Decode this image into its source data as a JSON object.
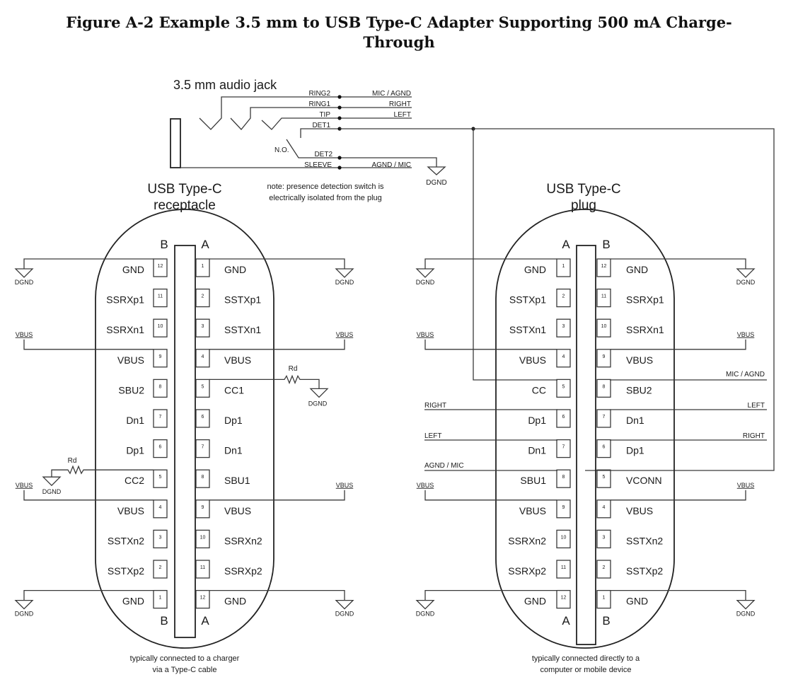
{
  "figure": {
    "title_line1": "Figure A-2  Example 3.5 mm to USB Type-C Adapter Supporting 500 mA Charge-",
    "title_line2": "Through"
  },
  "audio_jack": {
    "title": "3.5 mm audio jack",
    "contacts": [
      {
        "name": "RING2",
        "signal": "MIC / AGND"
      },
      {
        "name": "RING1",
        "signal": "RIGHT"
      },
      {
        "name": "TIP",
        "signal": "LEFT"
      },
      {
        "name": "DET1",
        "signal": ""
      },
      {
        "name": "DET2",
        "signal": ""
      },
      {
        "name": "SLEEVE",
        "signal": "AGND / MIC"
      }
    ],
    "switch_label": "N.O.",
    "ground_label": "DGND",
    "note_line1": "note:  presence detection switch is",
    "note_line2": "electrically isolated from the plug"
  },
  "receptacle": {
    "title_line1": "USB Type-C",
    "title_line2": "receptacle",
    "left_row_label": "B",
    "right_row_label": "A",
    "caption_line1": "typically connected to a charger",
    "caption_line2": "via a Type-C cable",
    "pins": [
      {
        "lname": "GND",
        "lnum": "12",
        "rnum": "1",
        "rname": "GND"
      },
      {
        "lname": "SSRXp1",
        "lnum": "11",
        "rnum": "2",
        "rname": "SSTXp1"
      },
      {
        "lname": "SSRXn1",
        "lnum": "10",
        "rnum": "3",
        "rname": "SSTXn1"
      },
      {
        "lname": "VBUS",
        "lnum": "9",
        "rnum": "4",
        "rname": "VBUS"
      },
      {
        "lname": "SBU2",
        "lnum": "8",
        "rnum": "5",
        "rname": "CC1"
      },
      {
        "lname": "Dn1",
        "lnum": "7",
        "rnum": "6",
        "rname": "Dp1"
      },
      {
        "lname": "Dp1",
        "lnum": "6",
        "rnum": "7",
        "rname": "Dn1"
      },
      {
        "lname": "CC2",
        "lnum": "5",
        "rnum": "8",
        "rname": "SBU1"
      },
      {
        "lname": "VBUS",
        "lnum": "4",
        "rnum": "9",
        "rname": "VBUS"
      },
      {
        "lname": "SSTXn2",
        "lnum": "3",
        "rnum": "10",
        "rname": "SSRXn2"
      },
      {
        "lname": "SSTXp2",
        "lnum": "2",
        "rnum": "11",
        "rname": "SSRXp2"
      },
      {
        "lname": "GND",
        "lnum": "1",
        "rnum": "12",
        "rname": "GND"
      }
    ],
    "resistor_label": "Rd",
    "vbus_label": "VBUS",
    "dgnd_label": "DGND"
  },
  "plug": {
    "title_line1": "USB Type-C",
    "title_line2": "plug",
    "left_row_label": "A",
    "right_row_label": "B",
    "caption_line1": "typically connected directly to a",
    "caption_line2": "computer or mobile device",
    "pins": [
      {
        "lname": "GND",
        "lnum": "1",
        "rnum": "12",
        "rname": "GND"
      },
      {
        "lname": "SSTXp1",
        "lnum": "2",
        "rnum": "11",
        "rname": "SSRXp1"
      },
      {
        "lname": "SSTXn1",
        "lnum": "3",
        "rnum": "10",
        "rname": "SSRXn1"
      },
      {
        "lname": "VBUS",
        "lnum": "4",
        "rnum": "9",
        "rname": "VBUS"
      },
      {
        "lname": "CC",
        "lnum": "5",
        "rnum": "8",
        "rname": "SBU2"
      },
      {
        "lname": "Dp1",
        "lnum": "6",
        "rnum": "7",
        "rname": "Dn1"
      },
      {
        "lname": "Dn1",
        "lnum": "7",
        "rnum": "6",
        "rname": "Dp1"
      },
      {
        "lname": "SBU1",
        "lnum": "8",
        "rnum": "5",
        "rname": "VCONN"
      },
      {
        "lname": "VBUS",
        "lnum": "9",
        "rnum": "4",
        "rname": "VBUS"
      },
      {
        "lname": "SSRXn2",
        "lnum": "10",
        "rnum": "3",
        "rname": "SSTXn2"
      },
      {
        "lname": "SSRXp2",
        "lnum": "11",
        "rnum": "2",
        "rname": "SSTXp2"
      },
      {
        "lname": "GND",
        "lnum": "12",
        "rnum": "1",
        "rname": "GND"
      }
    ],
    "net_labels": {
      "sbu2": "MIC / AGND",
      "dn1_right": "LEFT",
      "dp1_right": "RIGHT",
      "dp1_left": "RIGHT",
      "dn1_left": "LEFT",
      "sbu1": "AGND / MIC"
    },
    "vbus_label": "VBUS",
    "dgnd_label": "DGND"
  }
}
